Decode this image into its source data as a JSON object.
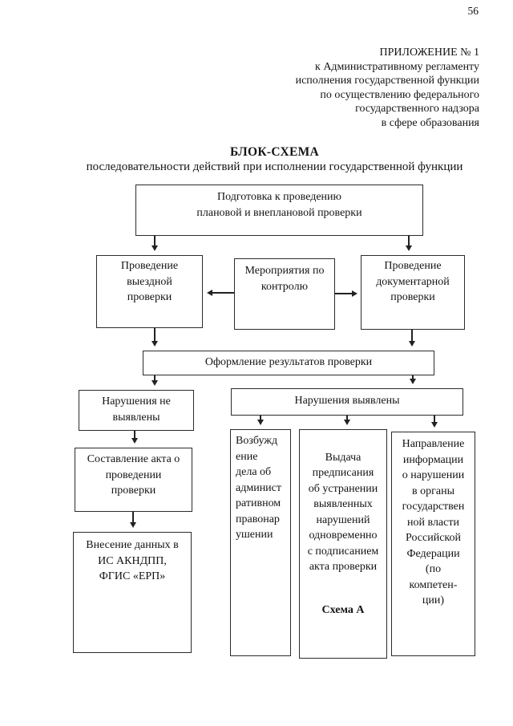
{
  "page": {
    "number": "56"
  },
  "header": {
    "lines": [
      "ПРИЛОЖЕНИЕ № 1",
      "к Административному регламенту",
      "исполнения государственной функции",
      "по осуществлению федерального",
      "государственного надзора",
      "в сфере образования"
    ]
  },
  "title": {
    "main": "БЛОК-СХЕМА",
    "subtitle": "последовательности действий при исполнении государственной функции"
  },
  "flowchart": {
    "preparation": "Подготовка к проведению\nплановой и внеплановой проверки",
    "field_inspection": "Проведение\nвыездной\nпроверки",
    "control_measures": "Мероприятия по\nконтролю",
    "documentary_inspection": "Проведение\nдокументарной\nпроверки",
    "results": "Оформление результатов проверки",
    "no_violations": "Нарушения не\nвыявлены",
    "violations_found": "Нарушения выявлены",
    "act_drafting": "Составление акта о\nпроведении\nпроверки",
    "data_entry": "Внесение данных в\nИС АКНДПП,\nФГИС «ЕРП»",
    "case_initiation": "Возбужд\nение\nдела об\nадминист\nративном\nправонар\nушении",
    "order_issuance": "Выдача\nпредписания\nоб устранении\nвыявленных\nнарушений\nодновременно\nс подписанием\nакта проверки",
    "order_scheme": "Схема А",
    "info_direction": "Направление\nинформации\nо нарушении\nв органы\nгосударствен\nной власти\nРоссийской\nФедерации\n(по\nкомпетен-\nции)"
  }
}
